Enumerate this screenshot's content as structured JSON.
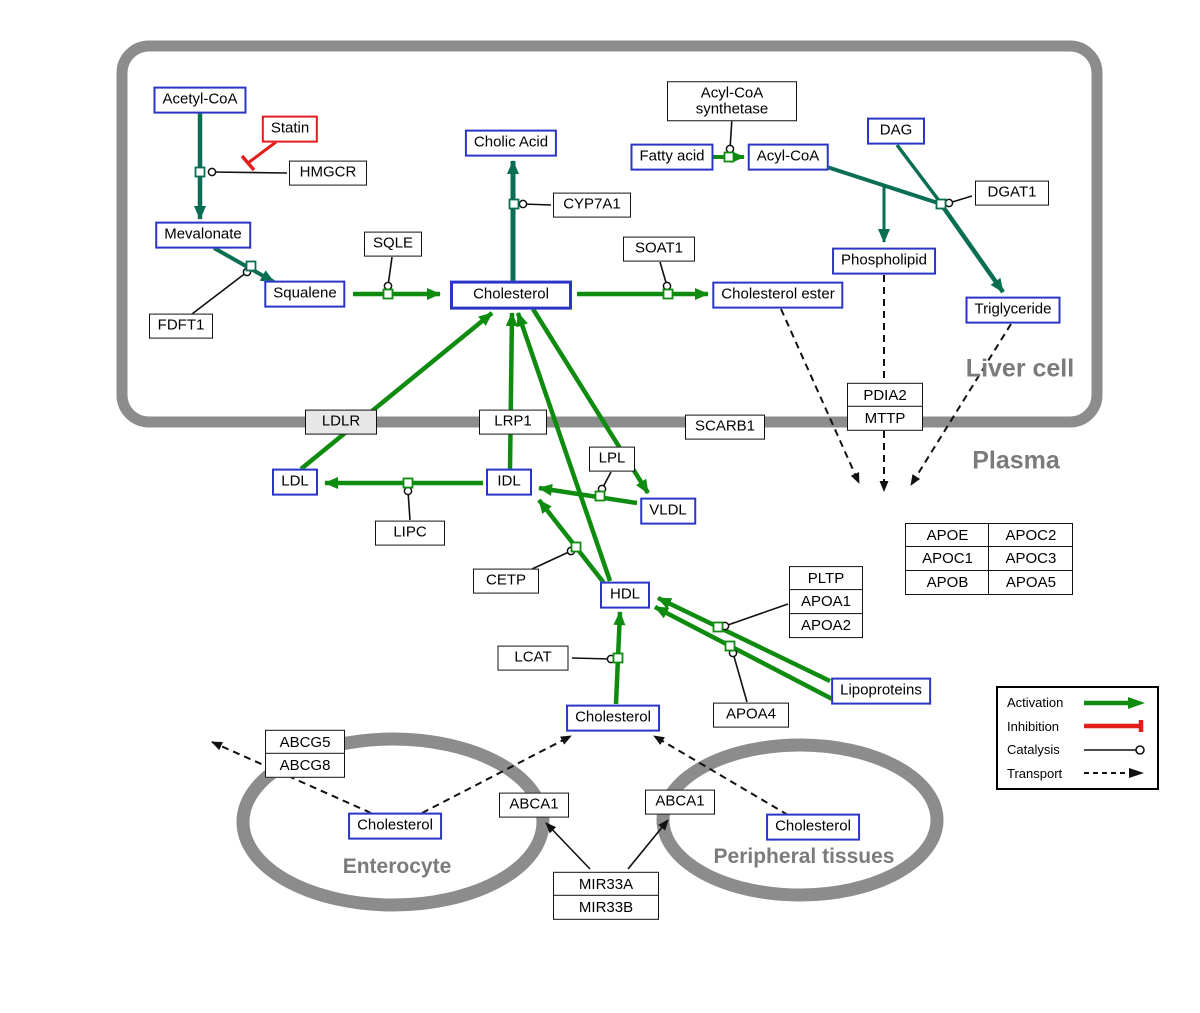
{
  "regions": {
    "liver_cell": "Liver cell",
    "plasma": "Plasma",
    "enterocyte": "Enterocyte",
    "peripheral_tissues": "Peripheral tissues"
  },
  "metabolites": {
    "acetyl_coa": "Acetyl-CoA",
    "mevalonate": "Mevalonate",
    "squalene": "Squalene",
    "cholic_acid": "Cholic Acid",
    "cholesterol_liver": "Cholesterol",
    "cholesterol_ester": "Cholesterol ester",
    "fatty_acid": "Fatty acid",
    "acyl_coa": "Acyl-CoA",
    "dag": "DAG",
    "phospholipid": "Phospholipid",
    "triglyceride": "Triglyceride",
    "ldl": "LDL",
    "idl": "IDL",
    "vldl": "VLDL",
    "hdl": "HDL",
    "lipoproteins": "Lipoproteins",
    "cholesterol_plasma": "Cholesterol",
    "cholesterol_enterocyte": "Cholesterol",
    "cholesterol_peripheral": "Cholesterol"
  },
  "proteins": {
    "statin": "Statin",
    "hmgcr": "HMGCR",
    "sqle": "SQLE",
    "fdft1": "FDFT1",
    "cyp7a1": "CYP7A1",
    "soat1": "SOAT1",
    "acyl_coa_synthetase_line1": "Acyl-CoA",
    "acyl_coa_synthetase_line2": "synthetase",
    "dgat1": "DGAT1",
    "pdia2": "PDIA2",
    "mttp": "MTTP",
    "ldlr": "LDLR",
    "lrp1": "LRP1",
    "scarb1": "SCARB1",
    "lpl": "LPL",
    "lipc": "LIPC",
    "cetp": "CETP",
    "lcat": "LCAT",
    "pltp": "PLTP",
    "apoa1": "APOA1",
    "apoa2": "APOA2",
    "apoa4": "APOA4",
    "apoe": "APOE",
    "apoc2": "APOC2",
    "apoc1": "APOC1",
    "apoc3": "APOC3",
    "apob": "APOB",
    "apoa5": "APOA5",
    "abcg5": "ABCG5",
    "abcg8": "ABCG8",
    "abca1_enterocyte": "ABCA1",
    "abca1_peripheral": "ABCA1",
    "mir33a": "MIR33A",
    "mir33b": "MIR33B"
  },
  "legend": {
    "activation": "Activation",
    "inhibition": "Inhibition",
    "catalysis": "Catalysis",
    "transport": "Transport"
  },
  "colors": {
    "activation_green": "#0f8c0f",
    "activation_dark_green": "#0a6e52",
    "inhibition_red": "#e31c1c",
    "metabolite_border_blue": "#2a35c8",
    "membrane_gray": "#8c8c8c"
  }
}
